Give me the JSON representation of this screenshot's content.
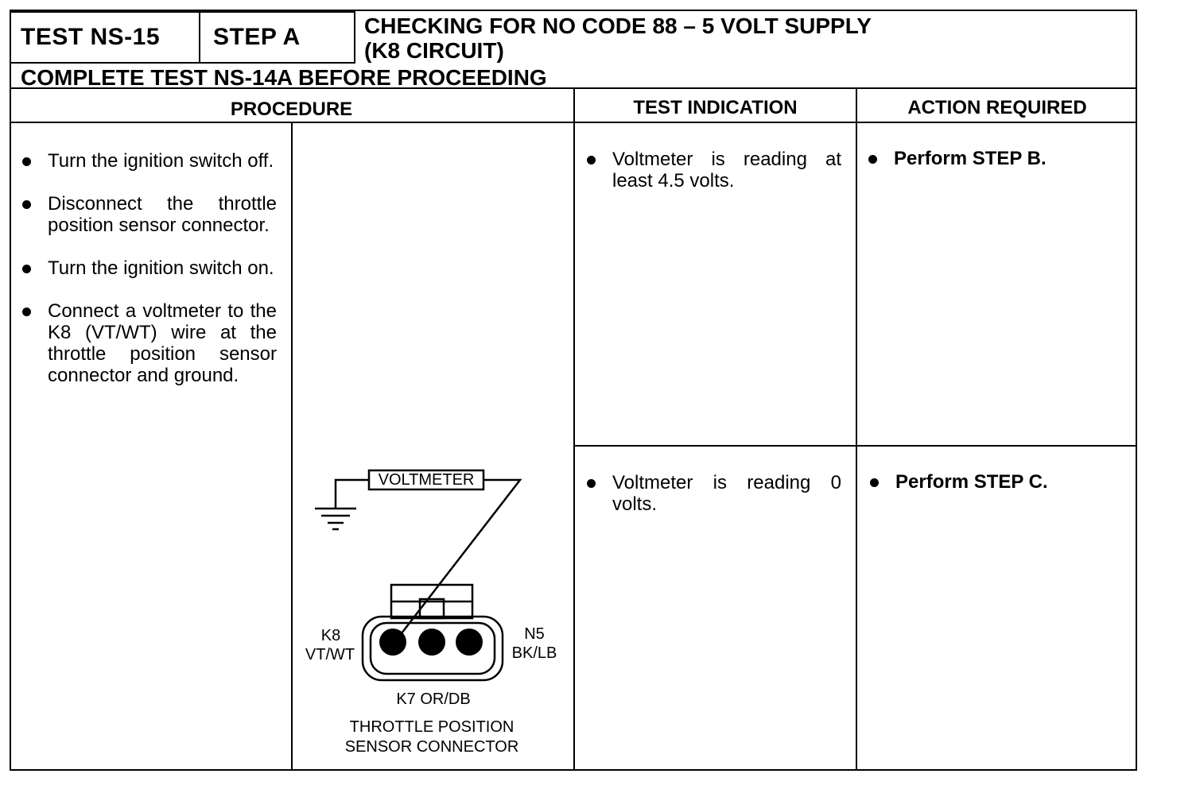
{
  "header": {
    "test_id": "TEST NS-15",
    "step": "STEP A",
    "title_line1": "CHECKING FOR NO CODE 88 – 5 VOLT SUPPLY",
    "title_line2": "(K8 CIRCUIT)",
    "prerequisite": "COMPLETE TEST NS-14A BEFORE PROCEEDING"
  },
  "columns": {
    "procedure": "PROCEDURE",
    "test_indication": "TEST INDICATION",
    "action_required": "ACTION REQUIRED"
  },
  "procedure_steps": [
    "Turn the ignition switch off.",
    "Disconnect the throttle position sensor connector.",
    "Turn the ignition switch on.",
    "Connect a voltmeter to the K8 (VT/WT) wire at the throttle position sensor connector and ground."
  ],
  "diagram": {
    "meter_label": "VOLTMETER",
    "pin_left_code": "K8",
    "pin_left_color": "VT/WT",
    "pin_right_code": "N5",
    "pin_right_color": "BK/LB",
    "pin_bottom": "K7 OR/DB",
    "caption_line1": "THROTTLE POSITION",
    "caption_line2": "SENSOR CONNECTOR"
  },
  "results": [
    {
      "indication": "Voltmeter is reading at least 4.5 volts.",
      "action": "Perform STEP B."
    },
    {
      "indication": "Voltmeter is reading 0 volts.",
      "action": "Perform STEP C."
    }
  ]
}
